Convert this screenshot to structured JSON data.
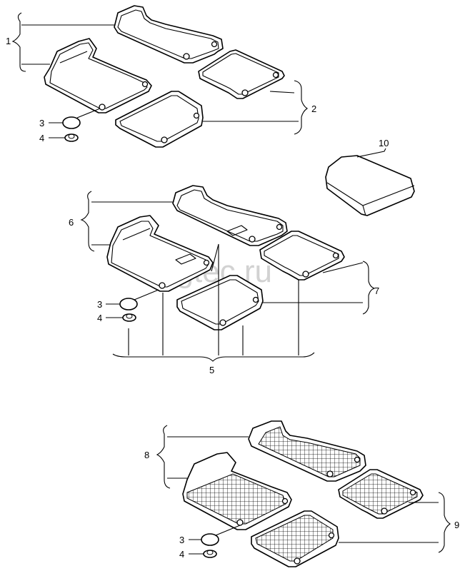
{
  "watermark": "vagtec.ru",
  "callouts": {
    "c1": "1",
    "c2": "2",
    "c3a": "3",
    "c4a": "4",
    "c5": "5",
    "c6": "6",
    "c7": "7",
    "c3b": "3",
    "c4b": "4",
    "c8": "8",
    "c9": "9",
    "c3c": "3",
    "c4c": "4",
    "c10": "10"
  }
}
